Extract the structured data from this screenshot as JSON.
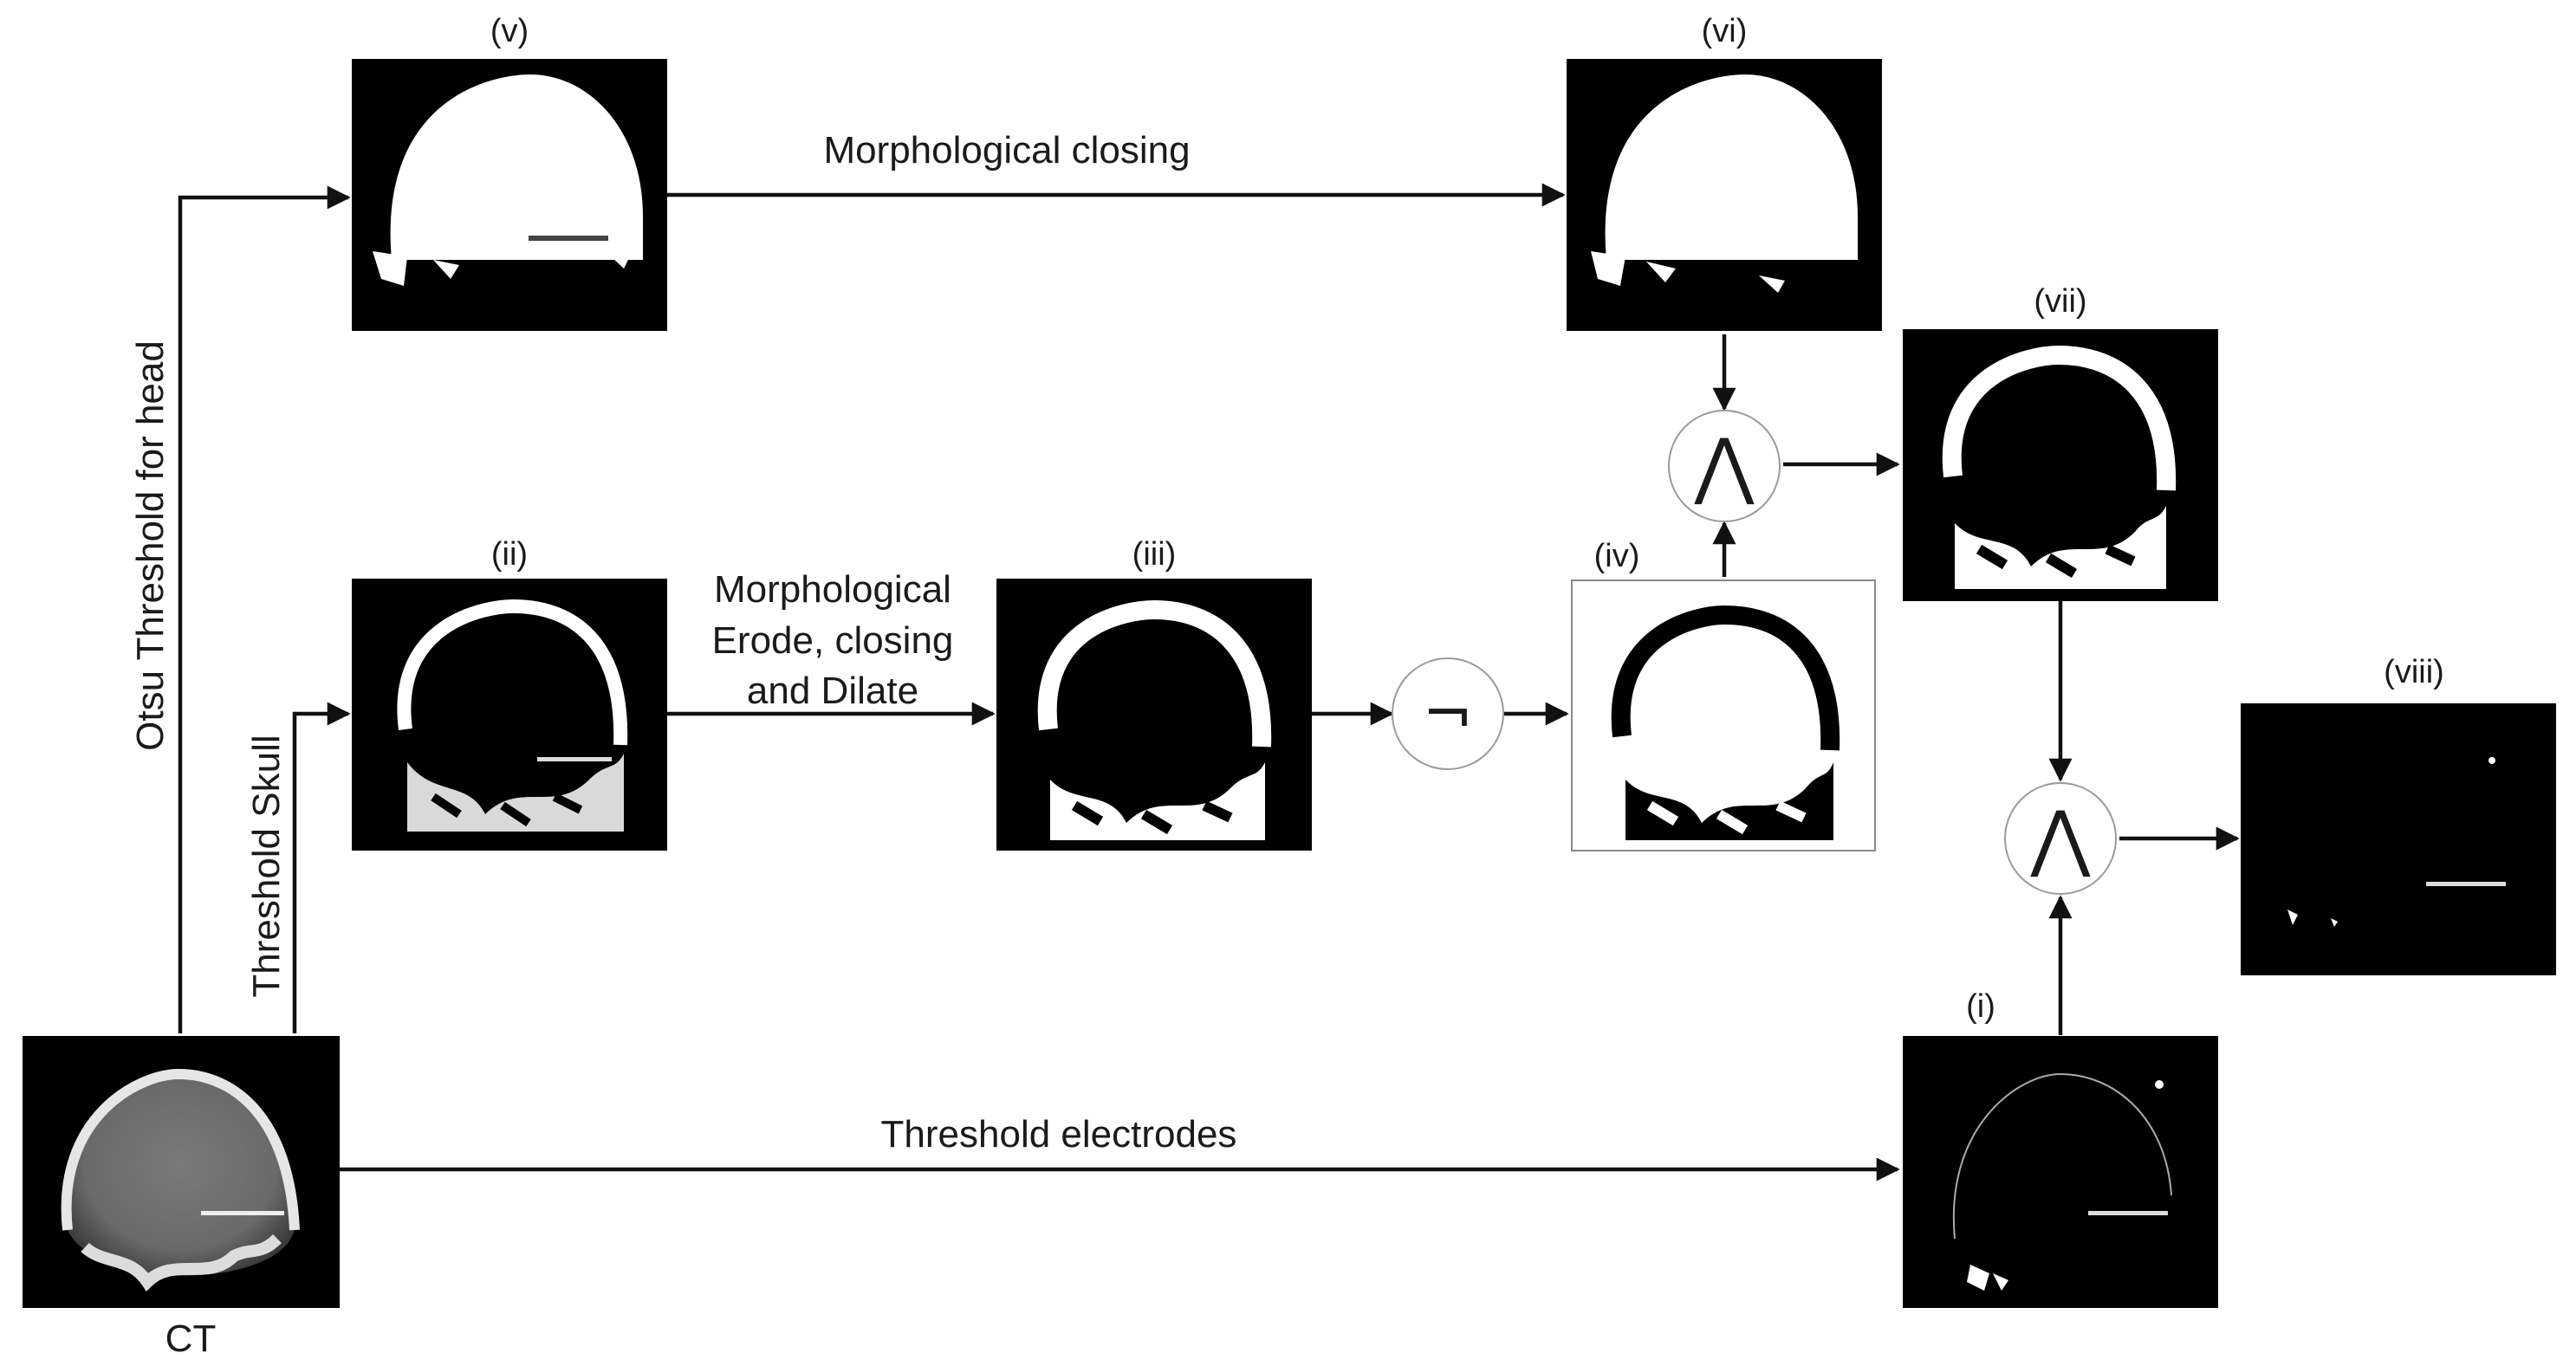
{
  "panels": {
    "ct": "CT",
    "i": "(i)",
    "ii": "(ii)",
    "iii": "(iii)",
    "iv": "(iv)",
    "v": "(v)",
    "vi": "(vi)",
    "vii": "(vii)",
    "viii": "(viii)"
  },
  "edges": {
    "otsu": "Otsu Threshold for head",
    "threshold_skull": "Threshold Skull",
    "morph_closing": "Morphological closing",
    "morph_multi_line1": "Morphological",
    "morph_multi_line2": "Erode, closing",
    "morph_multi_line3": "and Dilate",
    "threshold_electrodes": "Threshold electrodes"
  },
  "operators": {
    "not": "¬",
    "and_top": "⋀",
    "and_bottom": "⋀"
  }
}
